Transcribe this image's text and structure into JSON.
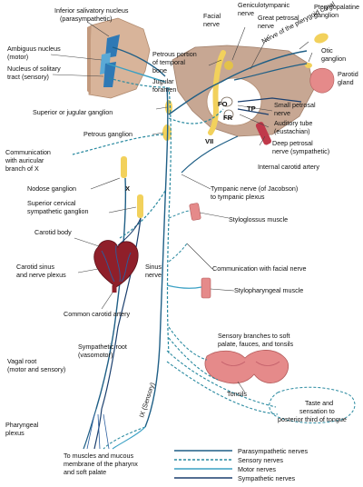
{
  "labels": {
    "inferior_salivatory": [
      "Inferior salivatory nucleus",
      "(parasympathetic)"
    ],
    "ambiguus": [
      "Ambiguus nucleus",
      "(motor)"
    ],
    "solitary": [
      "Nucleus of solitary",
      "tract (sensory)"
    ],
    "petrous_portion": [
      "Petrous portion",
      "of temporal",
      "bone"
    ],
    "jugular_foramen": [
      "Jugular",
      "foramen"
    ],
    "facial_nerve": [
      "Facial",
      "nerve"
    ],
    "geniculotympanic": [
      "Geniculotympanic",
      "nerve"
    ],
    "great_petrosal": [
      "Great petrosal",
      "nerve"
    ],
    "pterygoid_canal": "Nerve of the pterygoid canal",
    "pterygopalatine": [
      "Pterygopalatine",
      "ganglion"
    ],
    "otic": [
      "Otic",
      "ganglion"
    ],
    "parotid": [
      "Parotid",
      "gland"
    ],
    "small_petrosal": [
      "Small petrosal",
      "nerve"
    ],
    "auditory_tube": [
      "Auditory tube",
      "(eustachian)"
    ],
    "deep_petrosal": [
      "Deep petrosal",
      "nerve (sympathetic)"
    ],
    "internal_carotid": "Internal carotid artery",
    "fo": "FO",
    "fr": "FR",
    "tp": "TP",
    "vii": "VII",
    "superior_jugular": "Superior or jugular ganglion",
    "petrous_ganglion": "Petrous ganglion",
    "auricular_branch": [
      "Communication",
      "with auricular",
      "branch of X"
    ],
    "x": "X",
    "nodose": "Nodose ganglion",
    "sup_cervical": [
      "Superior cervical",
      "sympathetic ganglion"
    ],
    "tympanic": [
      "Tympanic nerve (of Jacobson)",
      "to tympanic plexus"
    ],
    "carotid_body": "Carotid body",
    "styloglossus": "Styloglossus muscle",
    "carotid_sinus": [
      "Carotid sinus",
      "and nerve plexus"
    ],
    "sinus_nerve": [
      "Sinus",
      "nerve"
    ],
    "comm_facial": "Communication with facial nerve",
    "stylopharyngeal": "Stylopharyngeal muscle",
    "common_carotid": "Common carotid artery",
    "sensory_branches": [
      "Sensory branches to soft",
      "palate, fauces, and tonsils"
    ],
    "vagal_root": [
      "Vagal root",
      "(motor and sensory)"
    ],
    "sympathetic_root": [
      "Sympathetic root",
      "(vasomotor)"
    ],
    "ix_sensory": "IX (Sensory)",
    "tonsils": "Tonsils",
    "taste": [
      "Taste and",
      "sensation to",
      "posterior third of tongue"
    ],
    "pharyngeal_plexus": [
      "Pharyngeal",
      "plexus"
    ],
    "muscles_mucous": [
      "To muscles and mucous",
      "membrane of the pharynx",
      "and soft palate"
    ]
  },
  "legend": [
    {
      "label": "Parasympathetic nerves",
      "style": "solid",
      "color": "#1f5f86"
    },
    {
      "label": "Sensory nerves",
      "style": "dashed",
      "color": "#2a8aa0"
    },
    {
      "label": "Motor nerves",
      "style": "solid",
      "color": "#3aa0c4"
    },
    {
      "label": "Sympathetic nerves",
      "style": "solid",
      "color": "#1b3f6e"
    }
  ],
  "colors": {
    "brainstem": "#d8b49a",
    "nerve_dark": "#1f5f86",
    "nerve_sensory": "#2a8aa0",
    "nerve_motor": "#3aa0c4",
    "ganglion": "#f2d15c",
    "artery": "#8f1f2a",
    "muscle": "#e58a8a"
  }
}
